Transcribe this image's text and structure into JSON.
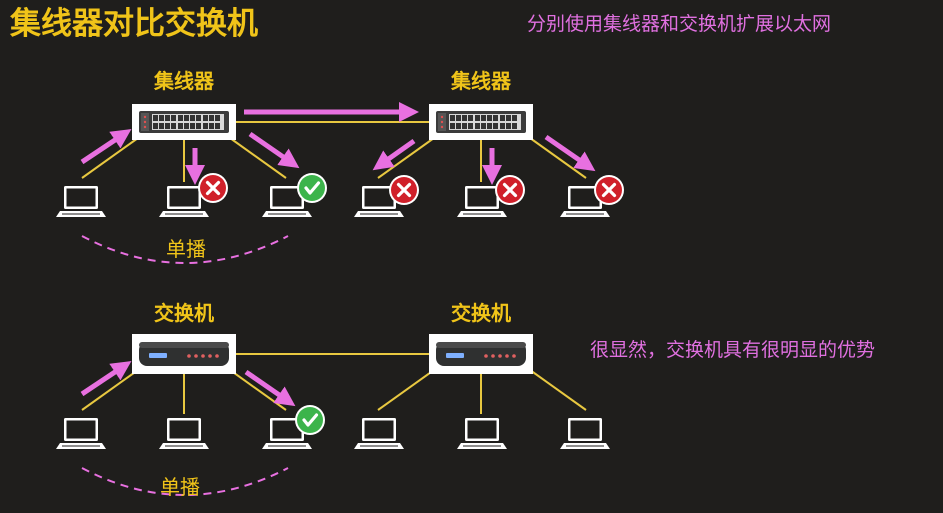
{
  "title": "集线器对比交换机",
  "subtitle": "分别使用集线器和交换机扩展以太网",
  "conclusion": "很显然，交换机具有很明显的优势",
  "hub_label": "集线器",
  "switch_label": "交换机",
  "unicast_label": "单播",
  "colors": {
    "background": "#1f1e1c",
    "title": "#f0c419",
    "accent_pink": "#e870e0",
    "link": "#e8c840",
    "deny": "#d0202a",
    "allow": "#3cb44b"
  },
  "icons": {
    "hub": "hub-icon",
    "switch": "switch-icon",
    "computer": "laptop-icon",
    "deny": "red-x-icon",
    "allow": "green-check-icon"
  }
}
